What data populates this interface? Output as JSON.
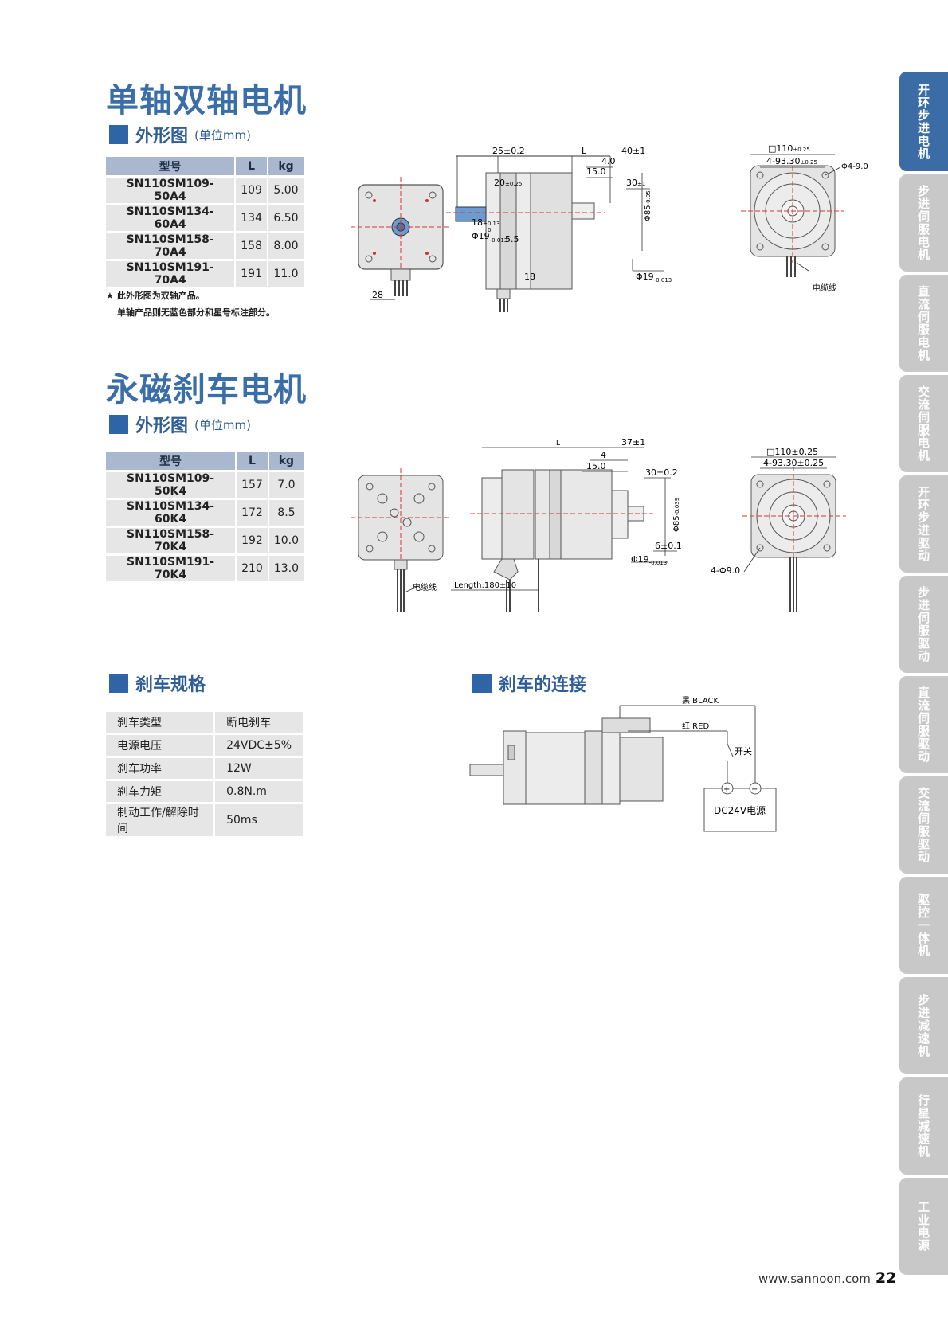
{
  "section1": {
    "title": "单轴双轴电机",
    "sub_heading": "外形图",
    "unit": "(单位mm)",
    "table": {
      "headers": [
        "型号",
        "L",
        "kg"
      ],
      "rows": [
        [
          "SN110SM109-50A4",
          "109",
          "5.00"
        ],
        [
          "SN110SM134-60A4",
          "134",
          "6.50"
        ],
        [
          "SN110SM158-70A4",
          "158",
          "8.00"
        ],
        [
          "SN110SM191-70A4",
          "191",
          "11.0"
        ]
      ]
    },
    "note_line1": "★ 此外形图为双轴产品。",
    "note_line2": "单轴产品则无蓝色部分和星号标注部分。",
    "drawing": {
      "front_dim": "28",
      "side_dims": {
        "d1": "25±0.2",
        "d2": "L",
        "d3": "40±1",
        "d4": "4.0",
        "d5": "15.0",
        "d6": "20",
        "d6_tol": "±0.25",
        "d7": "30",
        "d7_tol": "±1",
        "d8": "18",
        "d8_tol": "±0.13",
        "d9": "Φ19",
        "d9_tol_top": "0",
        "d9_tol_bot": "-0.013",
        "d10": "5.5",
        "d11": "18",
        "d12": "Φ85",
        "d12_tol": "-0.05",
        "d13": "Φ19",
        "d13_tol_top": "0",
        "d13_tol_bot": "-0.013"
      },
      "end_dims": {
        "e1": "□110",
        "e1_tol": "±0.25",
        "e2": "4-93.30",
        "e2_tol": "±0.25",
        "e3": "Φ4-9.0",
        "cable": "电缆线"
      }
    }
  },
  "section2": {
    "title": "永磁刹车电机",
    "sub_heading": "外形图",
    "unit": "(单位mm)",
    "table": {
      "headers": [
        "型号",
        "L",
        "kg"
      ],
      "rows": [
        [
          "SN110SM109-50K4",
          "157",
          "7.0"
        ],
        [
          "SN110SM134-60K4",
          "172",
          "8.5"
        ],
        [
          "SN110SM158-70K4",
          "192",
          "10.0"
        ],
        [
          "SN110SM191-70K4",
          "210",
          "13.0"
        ]
      ]
    },
    "drawing": {
      "cable": "电缆线",
      "length": "Length:180±10",
      "side_dims": {
        "d1": "L",
        "d2": "37±1",
        "d3": "4",
        "d4": "15.0",
        "d5": "30±0.2",
        "d6": "Φ85",
        "d6_tol": "-0.039",
        "d7": "6±0.1",
        "d8": "Φ19",
        "d8_tol_top": "0",
        "d8_tol_bot": "-0.013"
      },
      "end_dims": {
        "e1": "□110±0.25",
        "e2": "4-93.30±0.25",
        "e3": "4-Φ9.0"
      }
    }
  },
  "brake_spec": {
    "heading": "刹车规格",
    "rows": [
      [
        "刹车类型",
        "断电刹车"
      ],
      [
        "电源电压",
        "24VDC±5%"
      ],
      [
        "刹车功率",
        "12W"
      ],
      [
        "刹车力矩",
        "0.8N.m"
      ],
      [
        "制动工作/解除时间",
        "50ms"
      ]
    ]
  },
  "brake_connection": {
    "heading": "刹车的连接",
    "black": "黑 BLACK",
    "red": "红 RED",
    "switch": "开关",
    "plus": "+",
    "minus": "−",
    "power": "DC24V电源"
  },
  "sidebar": {
    "tabs": [
      {
        "label": "开环步进电机",
        "active": true
      },
      {
        "label": "步进伺服电机",
        "active": false
      },
      {
        "label": "直流伺服电机",
        "active": false
      },
      {
        "label": "交流伺服电机",
        "active": false
      },
      {
        "label": "开环步进驱动",
        "active": false
      },
      {
        "label": "步进伺服驱动",
        "active": false
      },
      {
        "label": "直流伺服驱动",
        "active": false
      },
      {
        "label": "交流伺服驱动",
        "active": false
      },
      {
        "label": "驱控一体机",
        "active": false
      },
      {
        "label": "步进减速机",
        "active": false
      },
      {
        "label": "行星减速机",
        "active": false
      },
      {
        "label": "工业电源",
        "active": false
      }
    ]
  },
  "footer": {
    "url": "www.sannoon.com",
    "page": "22"
  },
  "colors": {
    "brand_blue": "#3a6ea8",
    "table_header": "#a9b8ce",
    "table_cell": "#e6e6e6",
    "tab_inactive": "#c8c8c8"
  }
}
